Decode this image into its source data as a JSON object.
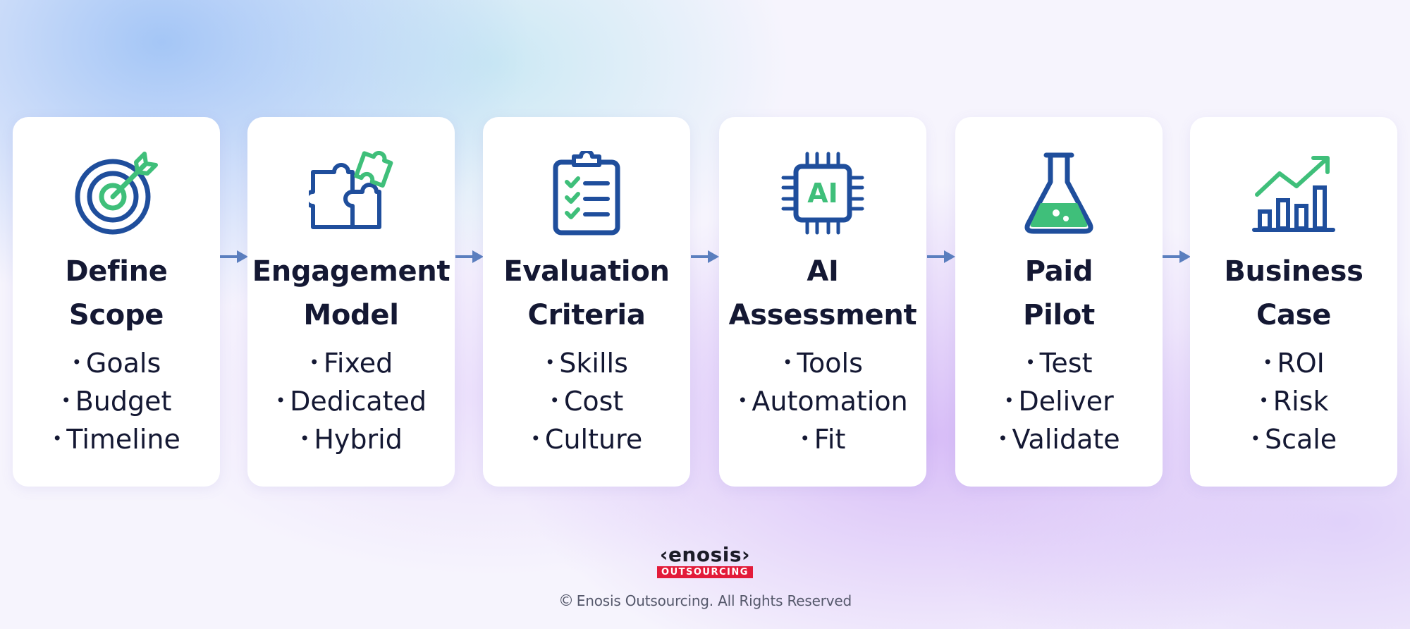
{
  "steps": [
    {
      "title_lines": [
        "Define",
        "Scope"
      ],
      "bullets": [
        "Goals",
        "Budget",
        "Timeline"
      ],
      "icon": "target-icon"
    },
    {
      "title_lines": [
        "Engagement",
        "Model"
      ],
      "bullets": [
        "Fixed",
        "Dedicated",
        "Hybrid"
      ],
      "icon": "puzzle-icon"
    },
    {
      "title_lines": [
        "Evaluation",
        "Criteria"
      ],
      "bullets": [
        "Skills",
        "Cost",
        "Culture"
      ],
      "icon": "clipboard-icon"
    },
    {
      "title_lines": [
        "AI",
        "Assessment"
      ],
      "bullets": [
        "Tools",
        "Automation",
        "Fit"
      ],
      "icon": "ai-chip-icon",
      "icon_text": "AI"
    },
    {
      "title_lines": [
        "Paid",
        "Pilot"
      ],
      "bullets": [
        "Test",
        "Deliver",
        "Validate"
      ],
      "icon": "flask-icon"
    },
    {
      "title_lines": [
        "Business",
        "Case"
      ],
      "bullets": [
        "ROI",
        "Risk",
        "Scale"
      ],
      "icon": "growth-chart-icon"
    }
  ],
  "logo": {
    "top": "‹enosis›",
    "bottom": "OUTSOURCING"
  },
  "footer": {
    "copyright_symbol": "©",
    "text": "Enosis Outsourcing. All Rights Reserved"
  },
  "colors": {
    "icon_blue": "#1f4e9c",
    "icon_green": "#3fbf7a",
    "arrow": "#5b7fbf",
    "brand_red": "#e31b3a",
    "text_dark": "#141833"
  }
}
